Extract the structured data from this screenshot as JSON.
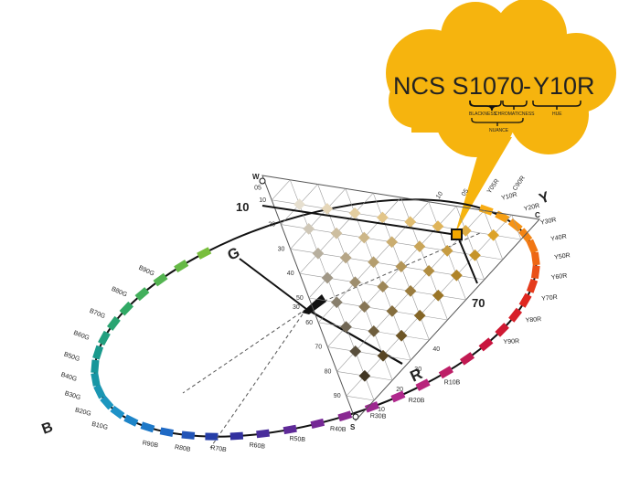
{
  "bubble": {
    "notation": "NCS S 1070-Y10R",
    "prefix": "NCS S",
    "blackness_chromaticness": "1070",
    "hue": "Y10R",
    "label_blackness": "BLACKNESS",
    "label_chromaticness": "CHROMATICNESS",
    "label_hue": "HUE",
    "label_nuance": "NUANCE",
    "fill_color": "#F6B40E"
  },
  "triangle": {
    "vertex_white": "W",
    "vertex_black": "S",
    "vertex_chroma": "C",
    "blackness_marker": "10",
    "chromaticness_marker": "70",
    "left_scale": [
      "05",
      "10",
      "20",
      "30",
      "40",
      "50",
      "60",
      "70",
      "80",
      "90"
    ],
    "bottom_scale": [
      "10",
      "20",
      "30",
      "40"
    ],
    "top_edge_labels": [
      "10",
      "05",
      "Y05R",
      "C90R"
    ]
  },
  "circle": {
    "hue_labels": [
      "Y10R",
      "Y20R",
      "Y30R",
      "Y40R",
      "Y50R",
      "Y60R",
      "Y70R",
      "Y80R",
      "Y90R",
      "R",
      "R10B",
      "R20B",
      "R30B",
      "R40B",
      "R50B",
      "R60B",
      "R70B",
      "R80B",
      "R90B",
      "B",
      "B10G",
      "B20G",
      "B30G",
      "B40G",
      "B50G",
      "B60G",
      "B70G",
      "B80G",
      "B90G",
      "G"
    ],
    "main_letters": [
      "Y",
      "R",
      "B",
      "G"
    ],
    "center_marker_value": "30"
  }
}
